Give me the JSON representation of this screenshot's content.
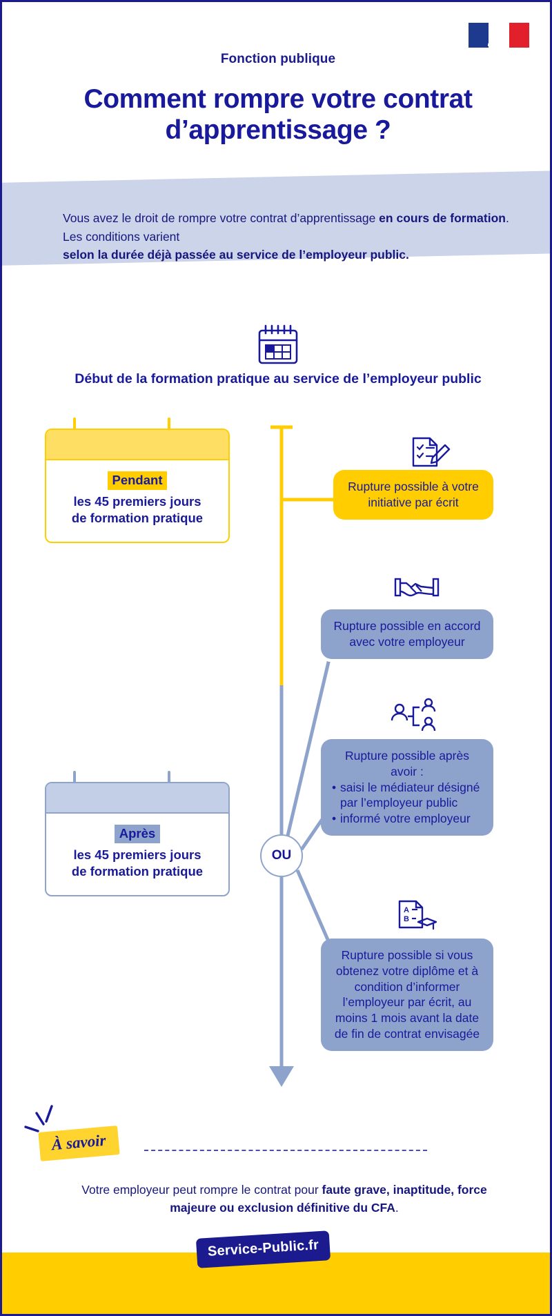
{
  "colors": {
    "brand_blue": "#19199b",
    "deep_blue": "#1b1b8f",
    "yellow": "#ffcd00",
    "soft_blue": "#8ea3cc",
    "band_blue": "#ccd4ea",
    "flag_blue": "#1e3a8f",
    "flag_red": "#e1202b"
  },
  "header": {
    "logo_name": "republique-francaise-flag",
    "eyebrow": "Fonction publique",
    "title": "Comment rompre votre contrat d’apprentissage ?"
  },
  "intro": {
    "line1_normal": "Vous avez le droit de rompre votre contrat d’apprentissage ",
    "line1_bold": "en cours de formation",
    "line2_normal": ". Les conditions varient",
    "line3_bold": "selon la durée déjà passée au service de l’employeur public."
  },
  "timeline": {
    "start_icon": "calendar-icon",
    "start_label": "Début de la formation pratique au service de l’employeur public",
    "branch_node_label": "OU",
    "periods": [
      {
        "id": "pendant",
        "icon": "calendar-card-icon",
        "chip": "Pendant",
        "line1": "les 45 premiers jours",
        "line2": "de formation pratique",
        "accent": "#ffcd00"
      },
      {
        "id": "apres",
        "icon": "calendar-card-icon",
        "chip": "Après",
        "line1": "les 45 premiers jours",
        "line2": "de formation pratique",
        "accent": "#8ea3cc"
      }
    ],
    "outcomes": [
      {
        "id": "initiative-ecrit",
        "icon": "checklist-pen-icon",
        "style": "yellow",
        "text": "Rupture possible à votre initiative par écrit"
      },
      {
        "id": "accord-employeur",
        "icon": "handshake-icon",
        "style": "blue",
        "text": "Rupture possible en accord avec votre employeur"
      },
      {
        "id": "mediateur",
        "icon": "mediation-people-icon",
        "style": "blue",
        "heading": "Rupture possible après avoir :",
        "bullets": [
          "saisi le médiateur désigné par l’employeur public",
          "informé votre employeur"
        ]
      },
      {
        "id": "diplome",
        "icon": "diploma-document-icon",
        "style": "blue",
        "text": "Rupture possible si vous obtenez votre diplôme et à condition d’informer l’employeur par écrit, au moins 1 mois avant la date de fin de contrat envisagée"
      }
    ]
  },
  "note": {
    "tag": "À savoir",
    "text_normal_1": "Votre employeur peut rompre le contrat pour ",
    "text_bold": "faute grave, inaptitude, force majeure ou exclusion définitive du CFA",
    "text_normal_2": "."
  },
  "footer": {
    "logo_label": "Service-Public.fr"
  }
}
